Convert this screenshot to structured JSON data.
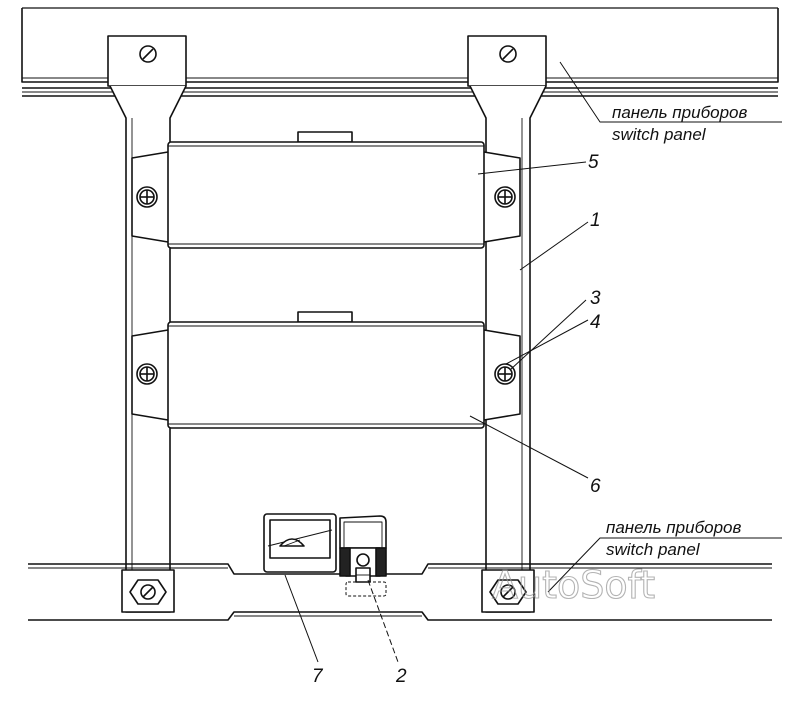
{
  "diagram": {
    "callouts": [
      {
        "id": "1",
        "label": "1"
      },
      {
        "id": "2",
        "label": "2"
      },
      {
        "id": "3",
        "label": "3"
      },
      {
        "id": "4",
        "label": "4"
      },
      {
        "id": "5",
        "label": "5"
      },
      {
        "id": "6",
        "label": "6"
      },
      {
        "id": "7",
        "label": "7"
      }
    ],
    "notes": {
      "top_ru": "панель приборов",
      "top_en": "switch panel",
      "bottom_ru": "панель приборов",
      "bottom_en": "switch panel"
    },
    "watermark": "AutoSoft"
  }
}
